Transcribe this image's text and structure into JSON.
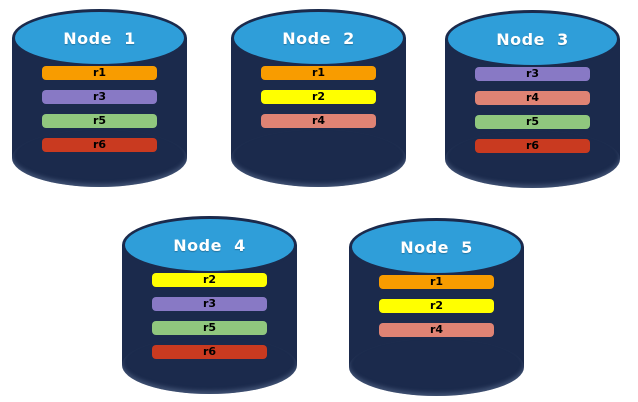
{
  "colors": {
    "cylinder_body": "#1B2A4C",
    "cylinder_top": "#2F9ED9",
    "replica_r1": "#F89C00",
    "replica_r2": "#FFFF00",
    "replica_r3": "#8879C5",
    "replica_r4": "#DF8374",
    "replica_r5": "#90C77E",
    "replica_r6": "#C93A20"
  },
  "nodes": [
    {
      "label": "Node  1",
      "replicas": [
        {
          "label": "r1",
          "color": "#F89C00"
        },
        {
          "label": "r3",
          "color": "#8879C5"
        },
        {
          "label": "r5",
          "color": "#90C77E"
        },
        {
          "label": "r6",
          "color": "#C93A20"
        }
      ]
    },
    {
      "label": "Node  2",
      "replicas": [
        {
          "label": "r1",
          "color": "#F89C00"
        },
        {
          "label": "r2",
          "color": "#FFFF00"
        },
        {
          "label": "r4",
          "color": "#DF8374"
        }
      ]
    },
    {
      "label": "Node  3",
      "replicas": [
        {
          "label": "r3",
          "color": "#8879C5"
        },
        {
          "label": "r4",
          "color": "#DF8374"
        },
        {
          "label": "r5",
          "color": "#90C77E"
        },
        {
          "label": "r6",
          "color": "#C93A20"
        }
      ]
    },
    {
      "label": "Node  4",
      "replicas": [
        {
          "label": "r2",
          "color": "#FFFF00"
        },
        {
          "label": "r3",
          "color": "#8879C5"
        },
        {
          "label": "r5",
          "color": "#90C77E"
        },
        {
          "label": "r6",
          "color": "#C93A20"
        }
      ]
    },
    {
      "label": "Node  5",
      "replicas": [
        {
          "label": "r1",
          "color": "#F89C00"
        },
        {
          "label": "r2",
          "color": "#FFFF00"
        },
        {
          "label": "r4",
          "color": "#DF8374"
        }
      ]
    }
  ]
}
